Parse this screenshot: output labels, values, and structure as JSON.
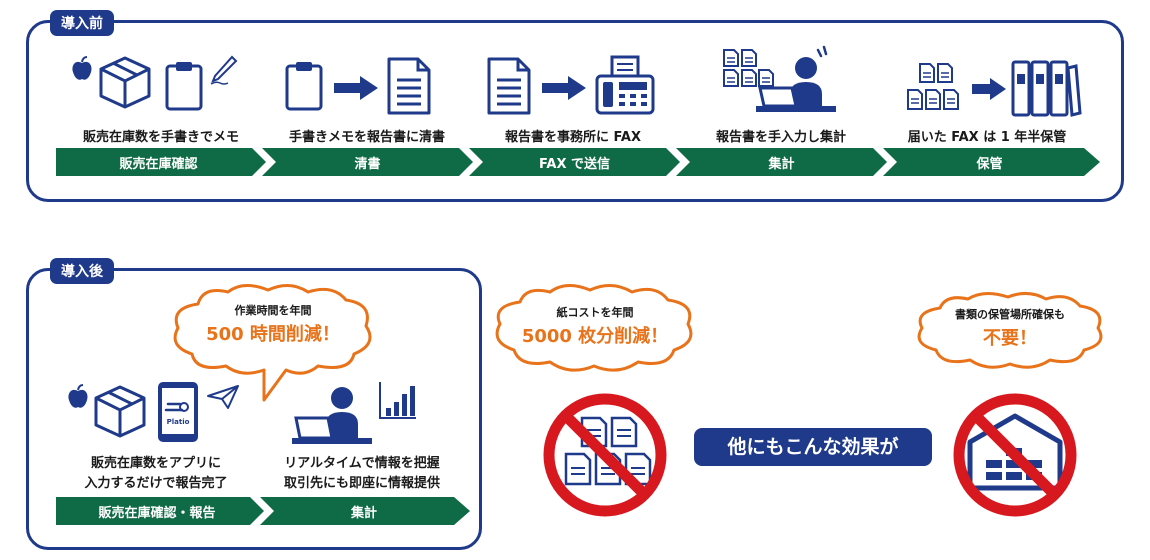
{
  "before": {
    "tag": "導入前",
    "steps": [
      {
        "caption": "販売在庫数を手書きでメモ",
        "label": "販売在庫確認"
      },
      {
        "caption": "手書きメモを報告書に清書",
        "label": "清書"
      },
      {
        "caption": "報告書を事務所に FAX",
        "label": "FAX で送信"
      },
      {
        "caption": "報告書を手入力し集計",
        "label": "集計"
      },
      {
        "caption": "届いた FAX は 1 年半保管",
        "label": "保管"
      }
    ]
  },
  "after": {
    "tag": "導入後",
    "bubble": {
      "small": "作業時間を年間",
      "big": "500 時間削減！"
    },
    "captions": [
      {
        "line1": "販売在庫数をアプリに",
        "line2": "入力するだけで報告完了"
      },
      {
        "line1": "リアルタイムで情報を把握",
        "line2": "取引先にも即座に情報提供"
      }
    ],
    "steps": [
      {
        "label": "販売在庫確認・報告"
      },
      {
        "label": "集計"
      }
    ],
    "tablet_text": "Platio"
  },
  "effects": {
    "pill": "他にもこんな効果が",
    "bubble_left": {
      "small": "紙コストを年間",
      "big": "5000 枚分削減！"
    },
    "bubble_right": {
      "small": "書類の保管場所確保も",
      "big": "不要！"
    }
  },
  "colors": {
    "navy": "#1f3a8a",
    "green": "#0f6b45",
    "orange": "#e8731a",
    "red": "#d7191f"
  }
}
